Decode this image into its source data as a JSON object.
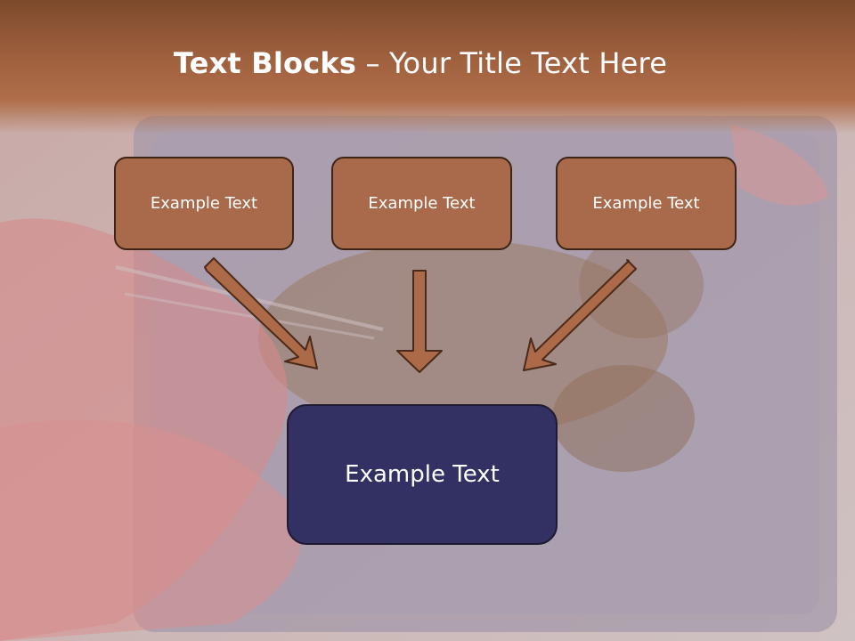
{
  "slide": {
    "title_bold": "Text Blocks",
    "title_separator": " – ",
    "title_rest": "Your Title Text Here"
  },
  "blocks": [
    {
      "label": "Example Text"
    },
    {
      "label": "Example Text"
    },
    {
      "label": "Example Text"
    }
  ],
  "main_block": {
    "label": "Example Text"
  },
  "colors": {
    "title_bar": "#a0613f",
    "block_fill": "#a86a4b",
    "block_border": "#3d2414",
    "main_fill": "#333064",
    "arrow_fill": "#ad6a48"
  }
}
